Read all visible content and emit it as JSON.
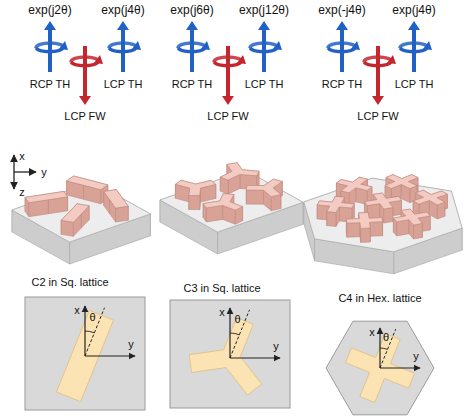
{
  "diagram": {
    "labels": [
      "exp(j2θ)",
      "exp(j4θ)",
      "exp(j6θ)",
      "exp(j12θ)",
      "exp(-j4θ)",
      "exp(j4θ)",
      "RCP TH",
      "LCP FW",
      "LCP TH",
      "RCP TH",
      "LCP FW",
      "LCP TH",
      "RCP TH",
      "LCP FW",
      "LCP TH",
      "x",
      "y",
      "z",
      "C2 in Sq. lattice",
      "C3 in Sq. lattice",
      "C4 in Hex. lattice",
      "x",
      "θ",
      "y",
      "x",
      "θ",
      "y",
      "x",
      "θ",
      "y"
    ]
  }
}
